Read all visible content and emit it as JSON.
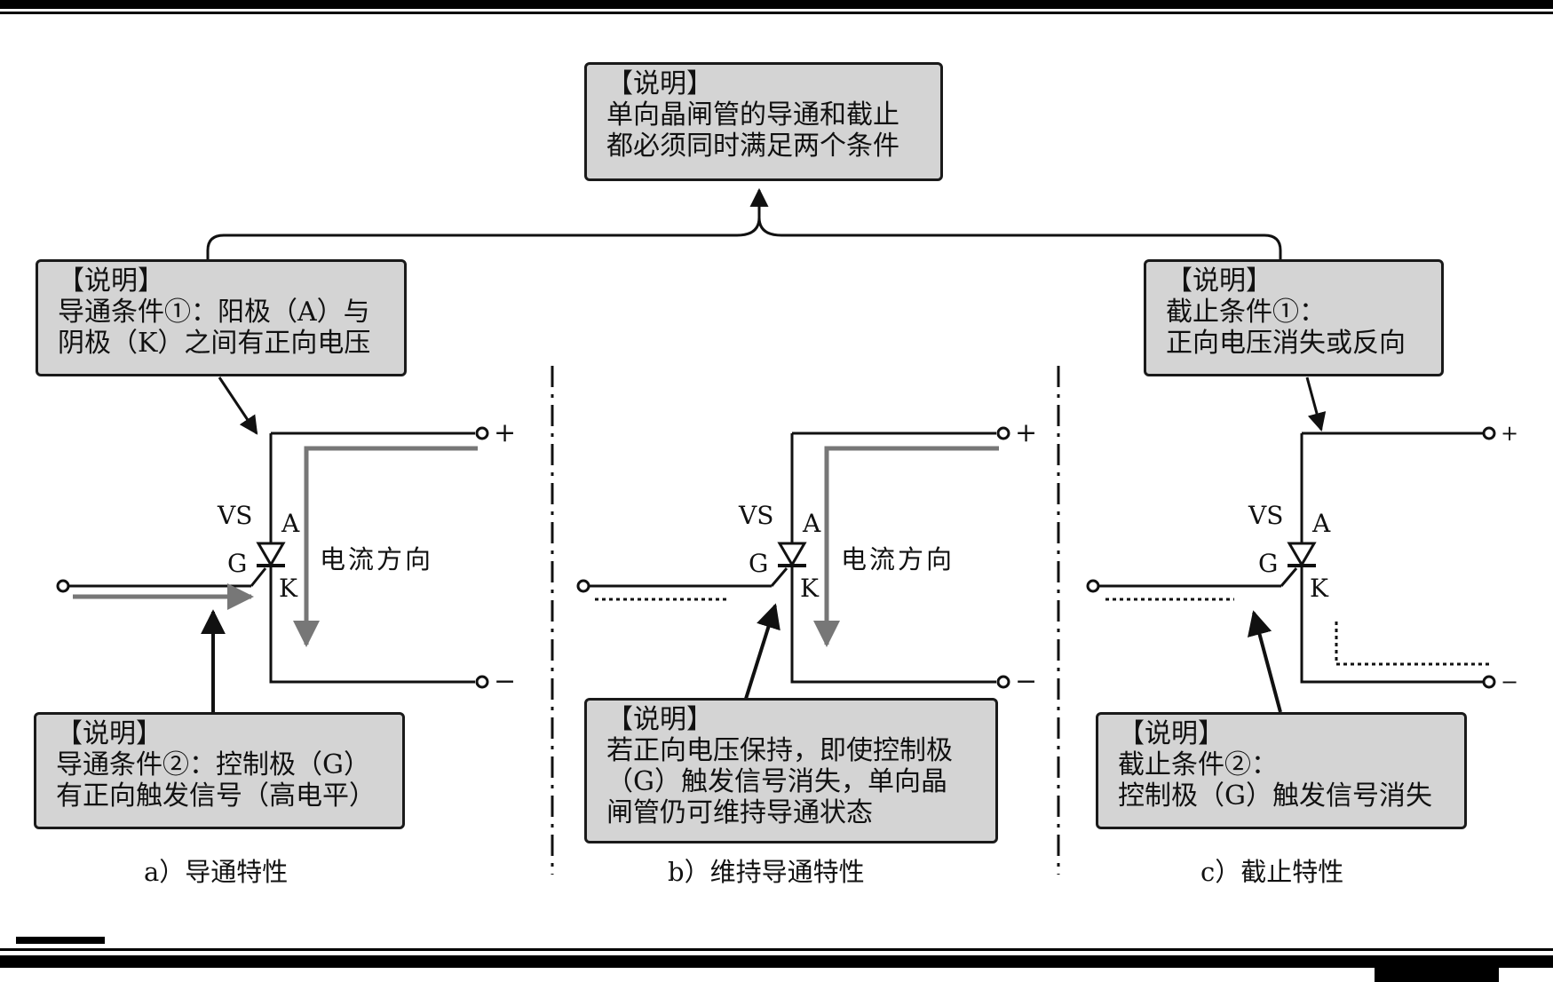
{
  "top_note": {
    "heading": "【说明】",
    "line1": "单向晶闸管的导通和截止",
    "line2": "都必须同时满足两个条件"
  },
  "panels": [
    {
      "caption": "a）导通特性",
      "labels": {
        "vs": "VS",
        "a": "A",
        "g": "G",
        "k": "K",
        "plus": "+",
        "minus": "−"
      },
      "flow_label": "电流方向",
      "note_upper": {
        "heading": "【说明】",
        "line1": "导通条件①：阳极（A）与",
        "line2": "阴极（K）之间有正向电压"
      },
      "note_lower": {
        "heading": "【说明】",
        "line1": "导通条件②：控制极（G）",
        "line2": "有正向触发信号（高电平）"
      }
    },
    {
      "caption": "b）维持导通特性",
      "labels": {
        "vs": "VS",
        "a": "A",
        "g": "G",
        "k": "K",
        "plus": "+",
        "minus": "−"
      },
      "flow_label": "电流方向",
      "note_lower": {
        "heading": "【说明】",
        "line1": "若正向电压保持，即使控制极",
        "line2": "（G）触发信号消失，单向晶",
        "line3": "闸管仍可维持导通状态"
      }
    },
    {
      "caption": "c）截止特性",
      "labels": {
        "vs": "VS",
        "a": "A",
        "g": "G",
        "k": "K",
        "plus": "+",
        "minus": "−"
      },
      "note_upper": {
        "heading": "【说明】",
        "line1": "截止条件①：",
        "line2": "正向电压消失或反向"
      },
      "note_lower": {
        "heading": "【说明】",
        "line1": "截止条件②：",
        "line2": "控制极（G）触发信号消失"
      }
    }
  ],
  "colors": {
    "border": "#1a1a1a",
    "box_fill": "#d4d4d4",
    "flow_arrow": "#777777"
  }
}
